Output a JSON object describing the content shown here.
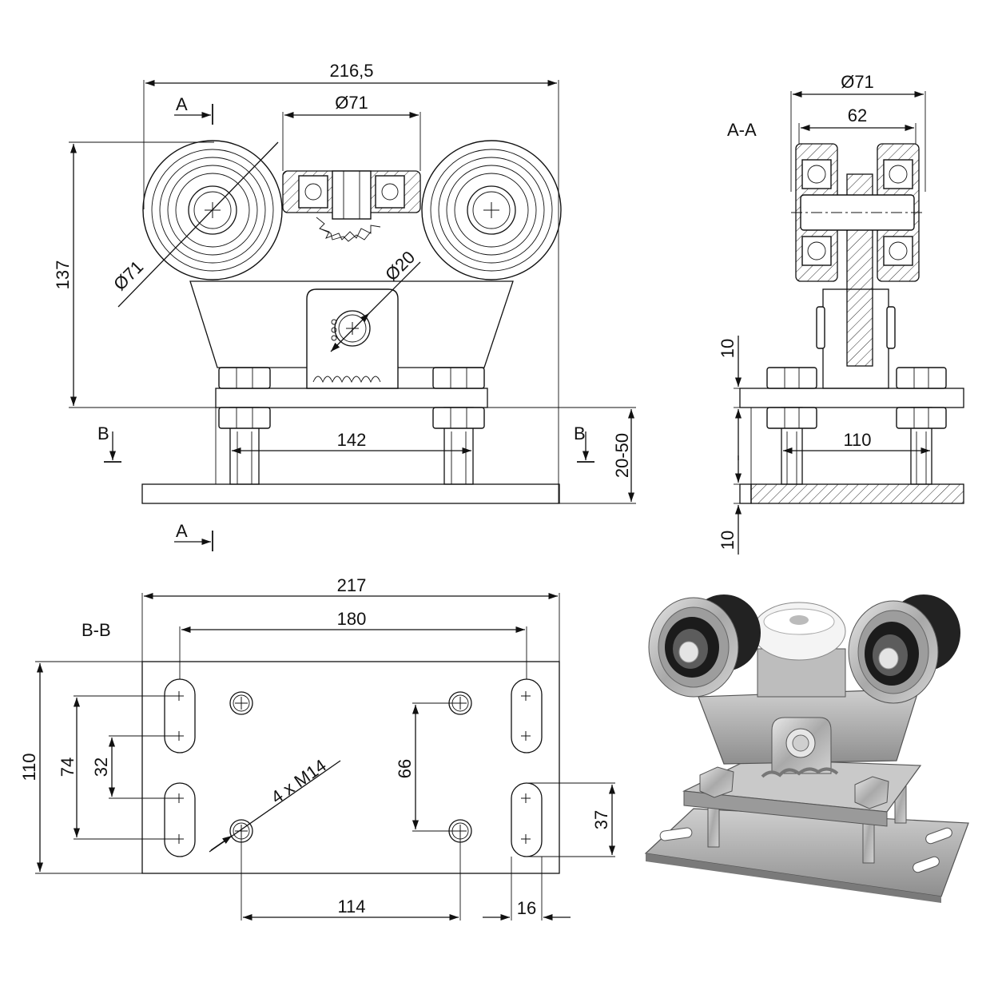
{
  "sections": {
    "aa_label": "A-A",
    "bb_label": "B-B",
    "cut_a": "A",
    "cut_b": "B"
  },
  "front_view": {
    "overall_width": "216,5",
    "wheel_diameter_top": "Ø71",
    "wheel_diameter_left": "Ø71",
    "axle_diameter": "Ø20",
    "height": "137",
    "bolt_spacing": "142",
    "adjust_range": "20-50"
  },
  "section_aa": {
    "outer_diameter": "Ø71",
    "inner_width": "62",
    "plate_thickness_top": "10",
    "bolt_spacing": "110",
    "plate_thickness_bottom": "10"
  },
  "section_bb": {
    "overall_width": "217",
    "slot_spacing": "180",
    "height": "110",
    "dim_74": "74",
    "dim_32": "32",
    "thread_callout": "4 x M14",
    "dim_66": "66",
    "dim_37": "37",
    "dim_114": "114",
    "dim_16": "16"
  },
  "photo": {
    "description_name": "product-photo"
  }
}
